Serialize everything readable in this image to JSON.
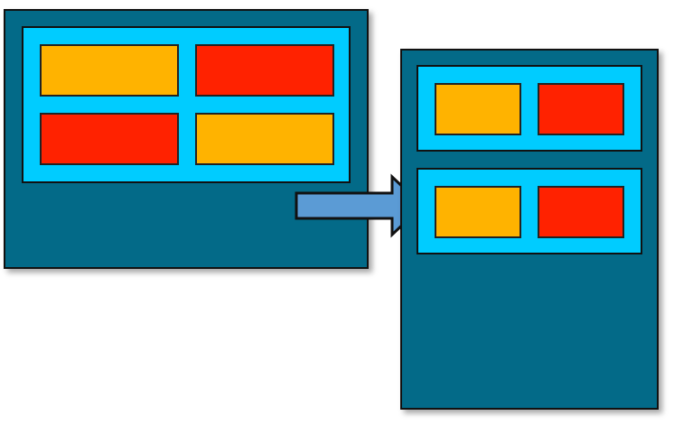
{
  "colors": {
    "frame": "#036A88",
    "panel": "#00CCFF",
    "orange": "#FFB300",
    "red": "#FF2200",
    "arrow_fill": "#5B9BD5",
    "border": "#111111"
  },
  "left_layout": {
    "description_blocks": [
      "orange",
      "red",
      "red",
      "orange"
    ]
  },
  "right_layout": {
    "rows": [
      [
        "orange",
        "red"
      ],
      [
        "orange",
        "red"
      ]
    ]
  },
  "arrow": {
    "direction": "right"
  }
}
